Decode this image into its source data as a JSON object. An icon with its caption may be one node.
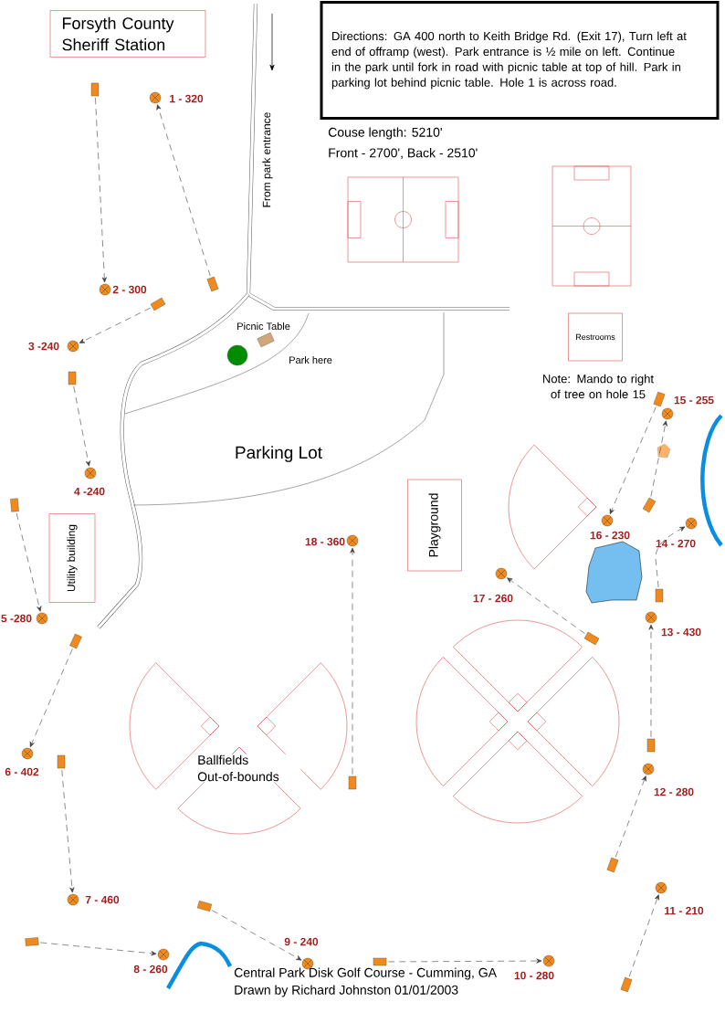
{
  "diagram": {
    "caption": "Central Park Disk Golf Course - Cumming, GA",
    "nodes": [
      {
        "text": [
          "Forsyth County Sheriff Station"
        ]
      },
      {
        "text": [
          "Directions: GA 400 north to Keith Bridge Rd. (Exit 17), Turn left at end of offramp (west). Park entrance is ½ mile on left. Continue in the park until fork in road with picnic table at top of hill. Park in parking lot behind picnic table. Hole 1 is across road."
        ]
      },
      {
        "text": [
          "Restrooms"
        ]
      },
      {
        "text": [
          "Utility building"
        ]
      },
      {
        "text": [
          "Playground"
        ]
      },
      {
        "text": [],
        "shape": "box"
      },
      {
        "text": [],
        "shape": "circle",
        "beside": [
          "1 - 320"
        ]
      },
      {
        "text": [],
        "shape": "box"
      },
      {
        "text": [],
        "shape": "circle",
        "beside": [
          "2 - 300"
        ]
      },
      {
        "text": [],
        "shape": "box"
      },
      {
        "text": [],
        "shape": "circle",
        "beside": [
          "3 -240"
        ]
      },
      {
        "text": [],
        "shape": "box"
      },
      {
        "text": [],
        "shape": "circle",
        "beside": [
          "4 -240"
        ]
      },
      {
        "text": [],
        "shape": "box"
      },
      {
        "text": [],
        "shape": "circle",
        "beside": [
          "5 -280"
        ]
      },
      {
        "text": [],
        "shape": "box"
      },
      {
        "text": [],
        "shape": "circle",
        "beside": [
          "6 - 402"
        ]
      },
      {
        "text": [],
        "shape": "box"
      },
      {
        "text": [],
        "shape": "circle",
        "beside": [
          "7 - 460"
        ]
      },
      {
        "text": [],
        "shape": "box"
      },
      {
        "text": [],
        "shape": "circle",
        "beside": [
          "8 - 260"
        ]
      },
      {
        "text": [],
        "shape": "box"
      },
      {
        "text": [],
        "shape": "circle",
        "beside": [
          "9 - 240"
        ]
      },
      {
        "text": [],
        "shape": "box"
      },
      {
        "text": [],
        "shape": "circle",
        "beside": [
          "10 - 280"
        ]
      },
      {
        "text": [],
        "shape": "box"
      },
      {
        "text": [],
        "shape": "circle",
        "beside": [
          "11 - 210"
        ]
      },
      {
        "text": [],
        "shape": "box"
      },
      {
        "text": [],
        "shape": "circle",
        "beside": [
          "12 - 280"
        ]
      },
      {
        "text": [],
        "shape": "box"
      },
      {
        "text": [],
        "shape": "circle",
        "beside": [
          "13 - 430"
        ]
      },
      {
        "text": [],
        "shape": "box"
      },
      {
        "text": [],
        "shape": "circle",
        "beside": [
          "14 - 270"
        ]
      },
      {
        "text": [],
        "shape": "box"
      },
      {
        "text": [],
        "shape": "circle",
        "beside": [
          "15 - 255"
        ]
      },
      {
        "text": [],
        "shape": "box"
      },
      {
        "text": [],
        "shape": "circle",
        "beside": [
          "16 - 230"
        ]
      },
      {
        "text": [],
        "shape": "box"
      },
      {
        "text": [],
        "shape": "circle",
        "beside": [
          "17 - 260"
        ]
      },
      {
        "text": [],
        "shape": "box"
      },
      {
        "text": [],
        "shape": "circle",
        "beside": [
          "18 - 360"
        ]
      }
    ],
    "edges": [
      {
        "from": 5,
        "to": 6,
        "arrow": "to",
        "style": "dashed"
      },
      {
        "from": 7,
        "to": 8,
        "arrow": "to",
        "style": "dashed"
      },
      {
        "from": 9,
        "to": 10,
        "arrow": "to",
        "style": "dashed"
      },
      {
        "from": 11,
        "to": 12,
        "arrow": "to",
        "style": "dashed"
      },
      {
        "from": 13,
        "to": 14,
        "arrow": "to",
        "style": "dashed"
      },
      {
        "from": 15,
        "to": 16,
        "arrow": "to",
        "style": "dashed"
      },
      {
        "from": 17,
        "to": 18,
        "arrow": "to",
        "style": "dashed"
      },
      {
        "from": 19,
        "to": 20,
        "arrow": "to",
        "style": "dashed"
      },
      {
        "from": 21,
        "to": 22,
        "arrow": "to",
        "style": "dashed"
      },
      {
        "from": 23,
        "to": 24,
        "arrow": "to",
        "style": "dashed"
      },
      {
        "from": 25,
        "to": 26,
        "arrow": "to",
        "style": "dashed"
      },
      {
        "from": 27,
        "to": 28,
        "arrow": "to",
        "style": "dashed"
      },
      {
        "from": 29,
        "to": 30,
        "arrow": "to",
        "style": "dashed"
      },
      {
        "from": 31,
        "to": 32,
        "arrow": "to",
        "style": "dashed"
      },
      {
        "from": 33,
        "to": 34,
        "arrow": "to",
        "style": "dashed"
      },
      {
        "from": 35,
        "to": 36,
        "arrow": "to",
        "style": "dashed"
      },
      {
        "from": 37,
        "to": 38,
        "arrow": "to",
        "style": "dashed"
      },
      {
        "from": 39,
        "to": 40,
        "arrow": "to",
        "style": "dashed"
      }
    ],
    "labels": [
      "From park entrance",
      "Couse length: 5210'",
      "Front - 2700', Back - 2510'",
      "Picnic Table",
      "Park here",
      "Note: Mando to right of tree on hole 15",
      "Parking Lot",
      "Ballfields Out-of-bounds",
      "Drawn by Richard Johnston 01/01/2003"
    ]
  }
}
